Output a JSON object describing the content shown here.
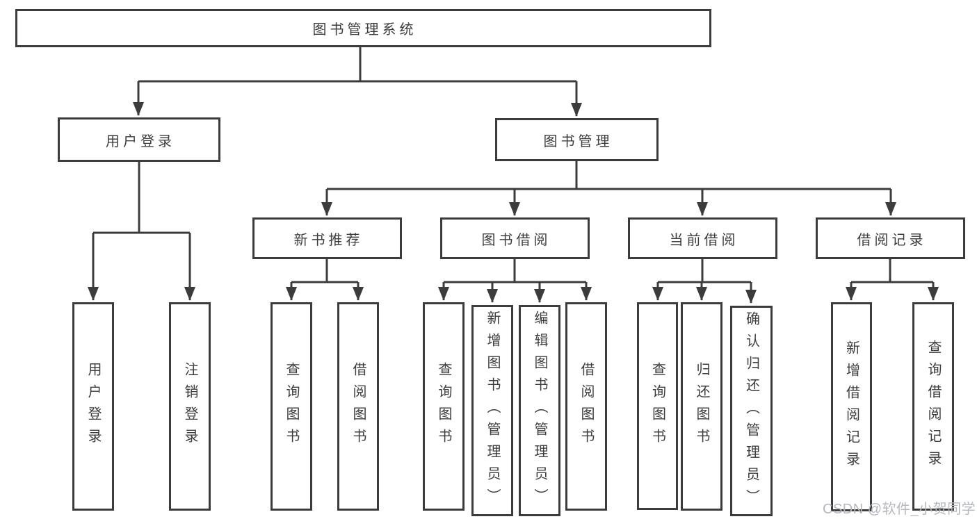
{
  "diagram": {
    "root": {
      "label": "图书管理系统"
    },
    "level2": [
      {
        "label": "用户登录",
        "children": [
          {
            "label": "用户登录"
          },
          {
            "label": "注销登录"
          }
        ]
      },
      {
        "label": "图书管理",
        "children": [
          {
            "label": "新书推荐",
            "children": [
              {
                "label": "查询图书"
              },
              {
                "label": "借阅图书"
              }
            ]
          },
          {
            "label": "图书借阅",
            "children": [
              {
                "label": "查询图书"
              },
              {
                "label": "新增图书（管理员）"
              },
              {
                "label": "编辑图书（管理员）"
              },
              {
                "label": "借阅图书"
              }
            ]
          },
          {
            "label": "当前借阅",
            "children": [
              {
                "label": "查询图书"
              },
              {
                "label": "归还图书"
              },
              {
                "label": "确认归还（管理员）"
              }
            ]
          },
          {
            "label": "借阅记录",
            "children": [
              {
                "label": "新增借阅记录"
              },
              {
                "label": "查询借阅记录"
              }
            ]
          }
        ]
      }
    ],
    "watermark": "CSDN @软件_小贺同学"
  },
  "colors": {
    "line": "#3c3c3c",
    "text": "#3d3d3d",
    "watermark": "#b4b8be",
    "background": "#ffffff"
  }
}
